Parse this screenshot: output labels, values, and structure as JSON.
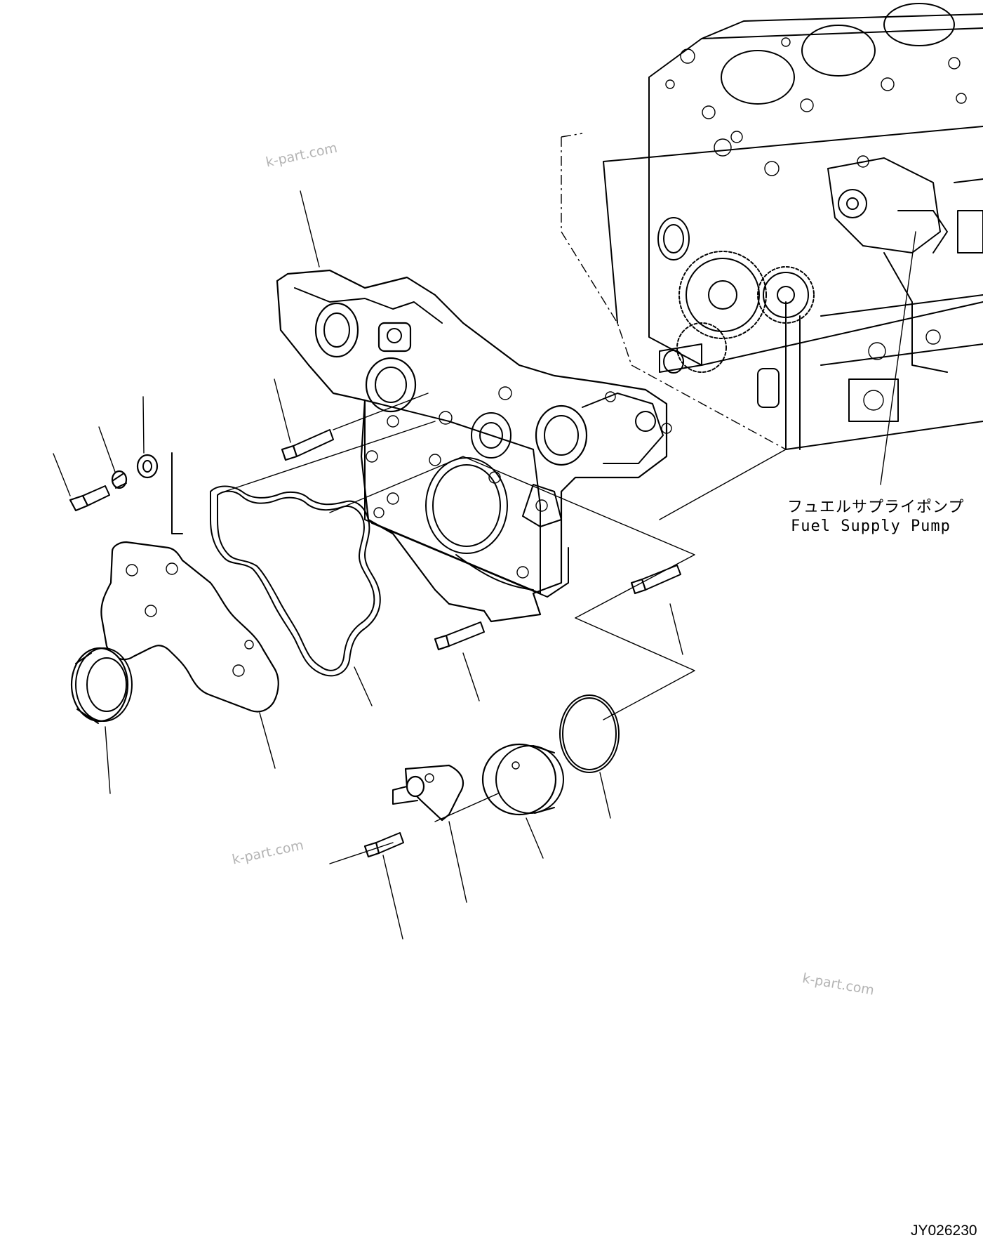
{
  "labels": {
    "fuel_pump_jp": "フュエルサプライポンプ",
    "fuel_pump_en": "Fuel Supply Pump"
  },
  "watermarks": [
    "k-part.com",
    "k-part.com",
    "k-part.com"
  ],
  "drawing_code": "JY026230"
}
